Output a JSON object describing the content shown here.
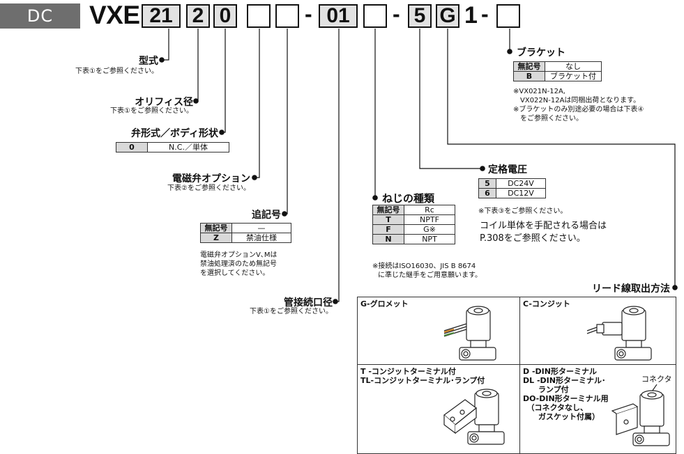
{
  "header": {
    "prefix": "DC",
    "series": "VXE",
    "codes": [
      "21",
      "2",
      "0",
      "",
      "",
      "01",
      "",
      "5",
      "G",
      ""
    ],
    "dash": "-",
    "one": "1"
  },
  "fields": {
    "model": {
      "label": "型式",
      "note": "下表①をご参照ください。"
    },
    "orifice": {
      "label": "オリフィス径",
      "note": "下表①をご参照ください。"
    },
    "valve_type": {
      "label": "弁形式／ボディ形状",
      "rows": [
        {
          "key": "0",
          "value": "N.C.／単体"
        }
      ]
    },
    "solenoid_option": {
      "label": "電磁弁オプション",
      "note": "下表②をご参照ください。"
    },
    "suffix": {
      "label": "追記号",
      "rows": [
        {
          "key": "無記号",
          "value": "—"
        },
        {
          "key": "Z",
          "value": "禁油仕様"
        }
      ],
      "notes": [
        "電磁弁オプションV､Mは",
        "禁油処理済のため無記号",
        "を選択してください。"
      ]
    },
    "port_size": {
      "label": "管接続口径",
      "note": "下表①をご参照ください。"
    },
    "thread": {
      "label": "ねじの種類",
      "rows": [
        {
          "key": "無記号",
          "value": "Rc"
        },
        {
          "key": "T",
          "value": "NPTF"
        },
        {
          "key": "F",
          "value": "G※"
        },
        {
          "key": "N",
          "value": "NPT"
        }
      ],
      "notes": [
        "※接続はISO16030、JIS B 8674",
        "に準じた継手をご用意願います。"
      ]
    },
    "voltage": {
      "label": "定格電圧",
      "rows": [
        {
          "key": "5",
          "value": "DC24V"
        },
        {
          "key": "6",
          "value": "DC12V"
        }
      ],
      "notes": [
        "※下表③をご参照ください。"
      ],
      "notes_large": [
        "コイル単体を手配される場合は",
        "P.308をご参照ください。"
      ]
    },
    "bracket": {
      "label": "ブラケット",
      "rows": [
        {
          "key": "無記号",
          "value": "なし"
        },
        {
          "key": "B",
          "value": "ブラケット付"
        }
      ],
      "notes": [
        "※VX021N-12A,",
        "　VX022N-12Aは同梱出荷となります。",
        "※ブラケットのみ別途必要の場合は下表④",
        "　をご参照ください。"
      ]
    },
    "lead": {
      "label": "リード線取出方法",
      "cells": [
        {
          "title": [
            "G-グロメット"
          ]
        },
        {
          "title": [
            "C-コンジット"
          ]
        },
        {
          "title": [
            "T  -コンジットターミナル付",
            "TL-コンジットターミナル･ランプ付"
          ]
        },
        {
          "title": [
            "D  -DIN形ターミナル",
            "DL -DIN形ターミナル･",
            "　　ランプ付",
            "DO-DIN形ターミナル用",
            "　（コネクタなし、",
            "　　ガスケット付属）"
          ],
          "callout": "コネクタ"
        }
      ]
    }
  }
}
